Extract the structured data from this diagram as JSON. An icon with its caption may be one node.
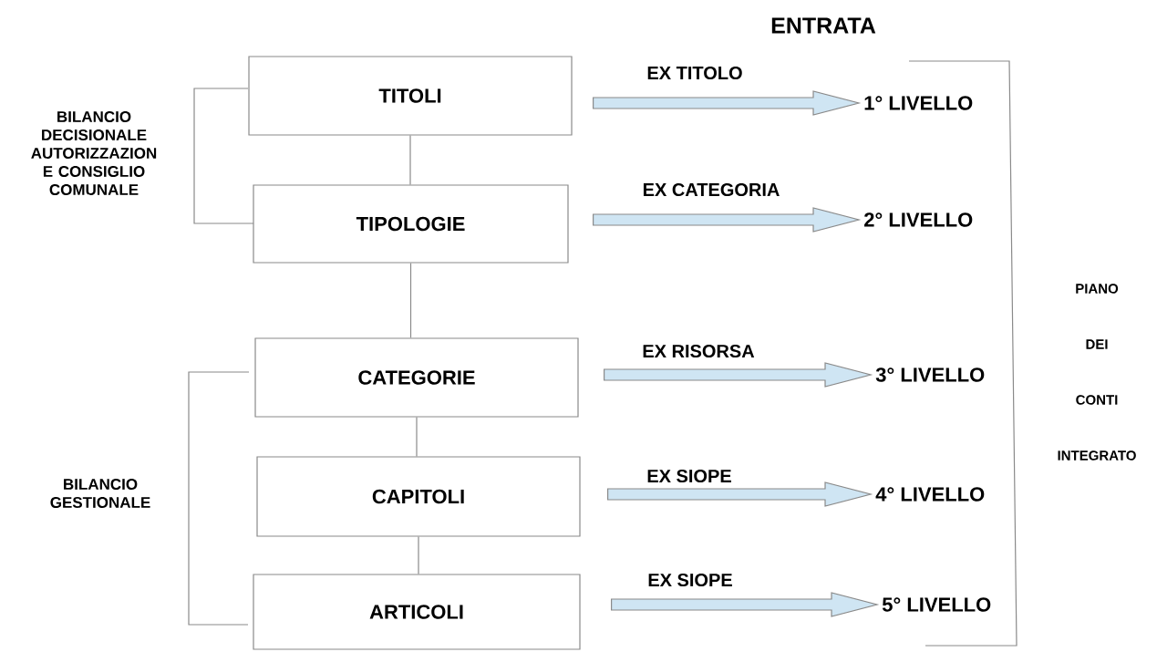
{
  "diagram": {
    "title": "ENTRATA",
    "nodes": [
      {
        "text": [
          "TITOLI"
        ]
      },
      {
        "text": [
          "TIPOLOGIE"
        ]
      },
      {
        "text": [
          "CATEGORIE"
        ]
      },
      {
        "text": [
          "CAPITOLI"
        ]
      },
      {
        "text": [
          "ARTICOLI"
        ]
      },
      {
        "text": [
          "1° LIVELLO"
        ]
      },
      {
        "text": [
          "2° LIVELLO"
        ]
      },
      {
        "text": [
          "3° LIVELLO"
        ]
      },
      {
        "text": [
          "4° LIVELLO"
        ]
      },
      {
        "text": [
          "5° LIVELLO"
        ]
      }
    ],
    "edges": [
      {
        "from": 0,
        "to": 1,
        "arrow": "none"
      },
      {
        "from": 1,
        "to": 2,
        "arrow": "none"
      },
      {
        "from": 2,
        "to": 3,
        "arrow": "none"
      },
      {
        "from": 3,
        "to": 4,
        "arrow": "none"
      },
      {
        "from": 0,
        "to": 5,
        "arrow": "to",
        "label": "EX TITOLO"
      },
      {
        "from": 1,
        "to": 6,
        "arrow": "to",
        "label": "EX CATEGORIA"
      },
      {
        "from": 2,
        "to": 7,
        "arrow": "to",
        "label": "EX RISORSA"
      },
      {
        "from": 3,
        "to": 8,
        "arrow": "to",
        "label": "EX SIOPE"
      },
      {
        "from": 4,
        "to": 9,
        "arrow": "to",
        "label": "EX SIOPE"
      }
    ],
    "labels": [
      "BILANCIO DECISIONALE AUTORIZZAZION E CONSIGLIO COMUNALE",
      "BILANCIO GESTIONALE",
      "PIANO DEI CONTI INTEGRATO"
    ]
  }
}
